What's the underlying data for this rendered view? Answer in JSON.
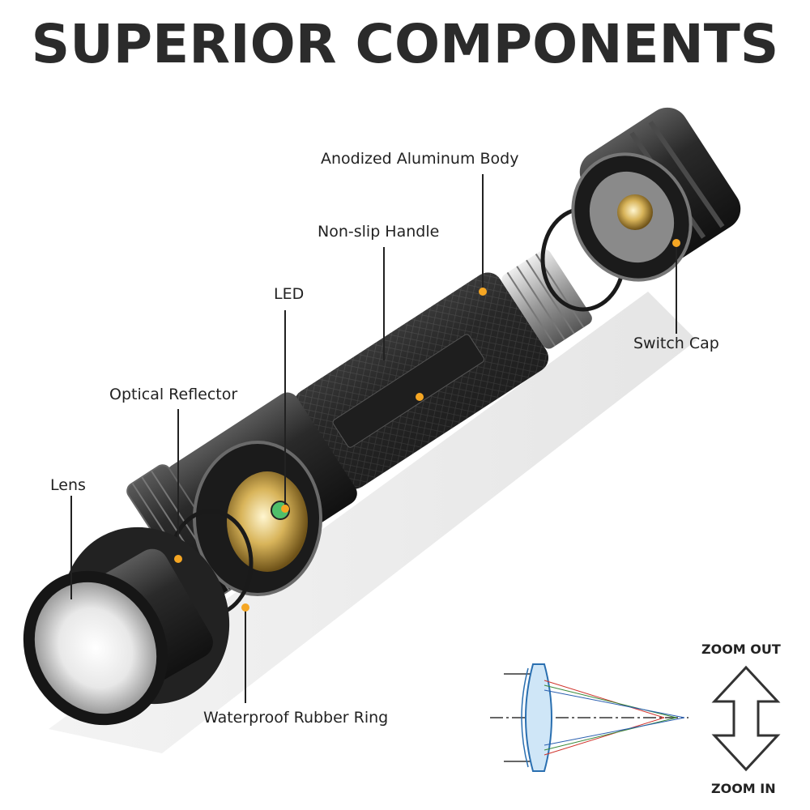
{
  "title": "SUPERIOR COMPONENTS",
  "labels": {
    "body": "Anodized Aluminum Body",
    "handle": "Non-slip Handle",
    "led": "LED",
    "reflector": "Optical Reflector",
    "lens": "Lens",
    "switch_cap": "Switch Cap",
    "rubber_ring": "Waterproof Rubber Ring"
  },
  "zoom": {
    "out": "ZOOM OUT",
    "in": "ZOOM IN"
  },
  "colors": {
    "marker": "#f5a623",
    "metal_dark": "#1c1c1c",
    "metal_mid": "#3a3a3a",
    "brass": "#c9a24a",
    "title": "#2b2b2b"
  }
}
